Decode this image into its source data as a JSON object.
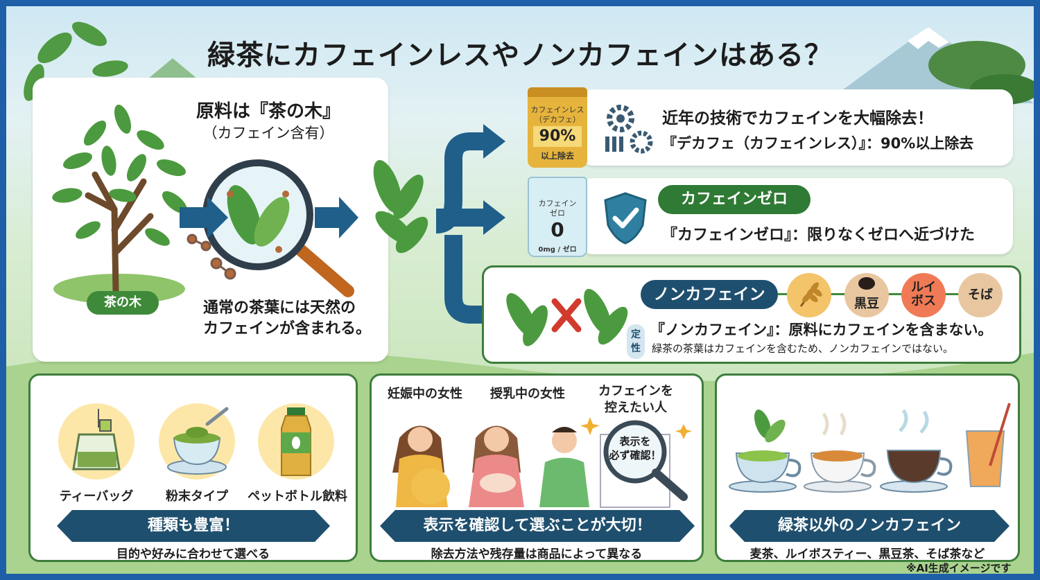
{
  "title": "緑茶にカフェインレスやノンカフェインはある？",
  "raw": {
    "heading1": "原料は『茶の木』",
    "heading2": "（カフェイン含有）",
    "tree_label": "茶の木",
    "note_line1": "通常の茶葉には天然の",
    "note_line2": "カフェインが含まれる。"
  },
  "decaf": {
    "bag_line1": "カフェインレス",
    "bag_line2": "（デカフェ）",
    "bag_value": "90%",
    "bag_sub": "以上除去",
    "text1": "近年の技術でカフェインを大幅除去！",
    "text2": "『デカフェ（カフェインレス）』：90%以上除去"
  },
  "zero": {
    "bag_line1": "カフェイン",
    "bag_line2": "ゼロ",
    "bag_value": "0",
    "bag_sub": "0mg / ゼロ",
    "pill": "カフェインゼロ",
    "text": "『カフェインゼロ』：限りなくゼロへ近づけた"
  },
  "noncaf": {
    "pill": "ノンカフェイン",
    "ingredients": [
      "黒豆",
      "ルイボス",
      "そば"
    ],
    "tag": "定性",
    "text1": "『ノンカフェイン』：原料にカフェインを含まない。",
    "text2": "緑茶の茶葉はカフェインを含むため、ノンカフェインではない。"
  },
  "types": {
    "items": [
      "ティーバッグ",
      "粉末タイプ",
      "ペットボトル飲料"
    ],
    "ribbon": "種類も豊富！",
    "caption": "目的や好みに合わせて選べる"
  },
  "people": {
    "labels": [
      "妊娠中の女性",
      "授乳中の女性"
    ],
    "label3_line1": "カフェインを",
    "label3_line2": "控えたい人",
    "lens_line1": "表示を",
    "lens_line2": "必ず確認！",
    "ribbon": "表示を確認して選ぶことが大切！",
    "caption": "除去方法や残存量は商品によって異なる"
  },
  "others": {
    "ribbon": "緑茶以外のノンカフェイン",
    "caption": "麦茶、ルイボスティー、黒豆茶、そば茶など"
  },
  "footnote": "※AI生成イメージです"
}
